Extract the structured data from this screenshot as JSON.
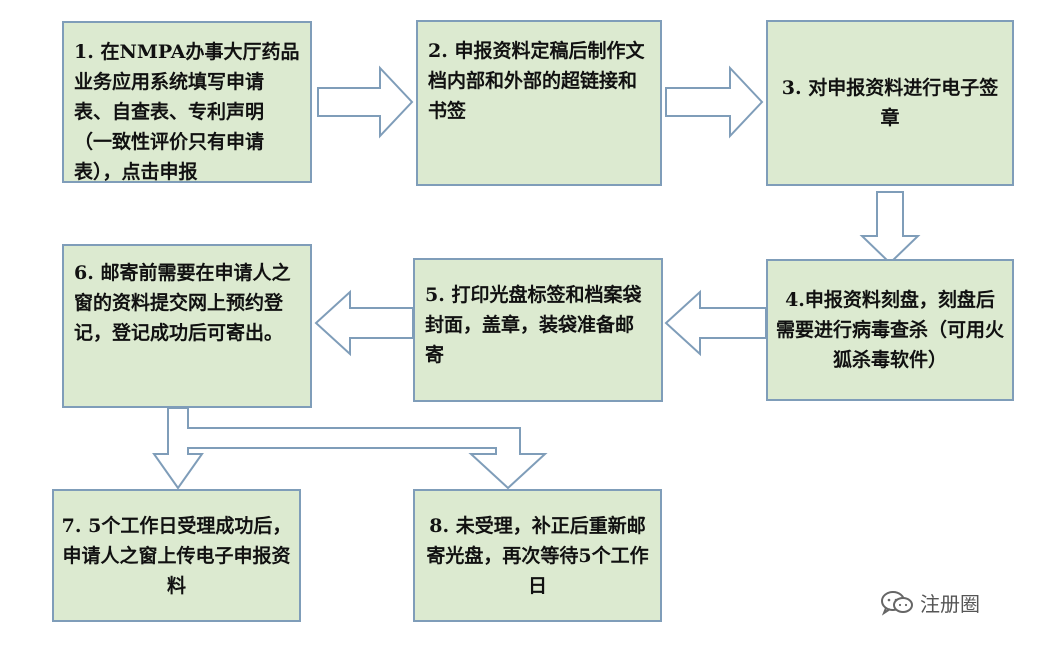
{
  "steps": {
    "s1": "1. 在NMPA办事大厅药品业务应用系统填写申请表、自查表、专利声明（一致性评价只有申请表），点击申报",
    "s2": "2. 申报资料定稿后制作文档内部和外部的超链接和书签",
    "s3": "3. 对申报资料进行电子签章",
    "s4": "4.申报资料刻盘，刻盘后需要进行病毒查杀（可用火狐杀毒软件）",
    "s5": "5. 打印光盘标签和档案袋封面，盖章，装袋准备邮寄",
    "s6": "6. 邮寄前需要在申请人之窗的资料提交网上预约登记，登记成功后可寄出。",
    "s7": "7. 5个工作日受理成功后，申请人之窗上传电子申报资料",
    "s8": "8. 未受理，补正后重新邮寄光盘，再次等待5个工作日"
  },
  "watermark": {
    "text": "注册圈",
    "icon": "wechat-icon"
  },
  "colors": {
    "box_fill": "#dcead0",
    "box_border": "#7f9db9",
    "arrow_stroke": "#7f9db9"
  }
}
